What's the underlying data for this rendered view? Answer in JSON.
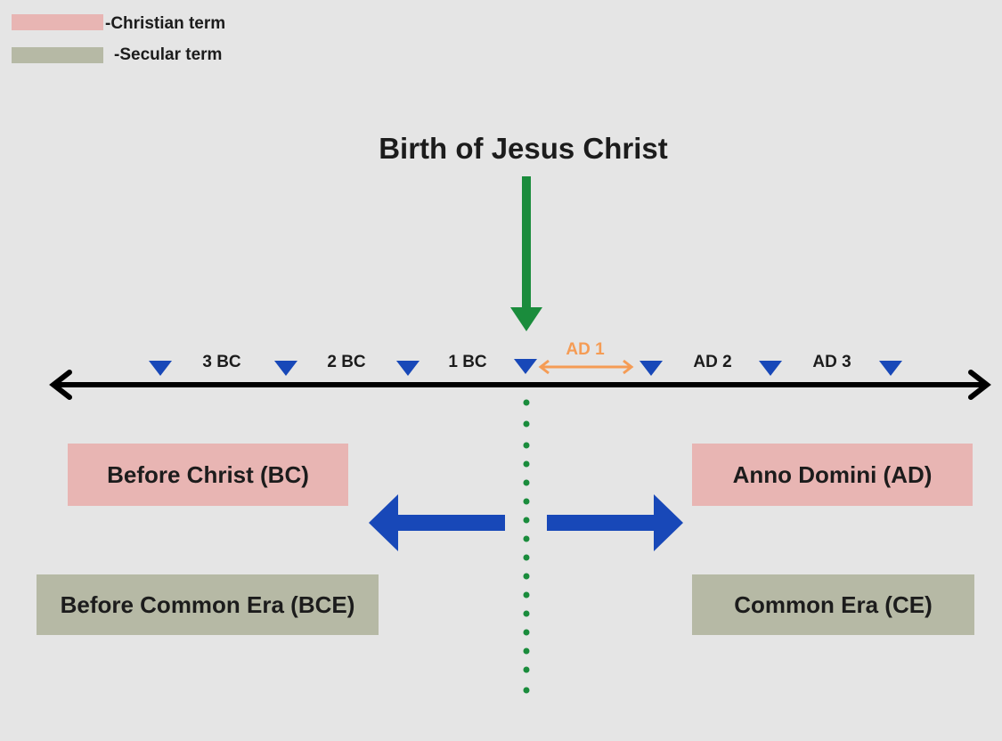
{
  "legend": [
    {
      "label": "-Christian term",
      "color": "#e8b5b3"
    },
    {
      "label": "-Secular term",
      "color": "#b6b9a5"
    }
  ],
  "title": "Birth of Jesus Christ",
  "timeline": {
    "labels": [
      "3 BC",
      "2 BC",
      "1 BC",
      "AD 1",
      "AD 2",
      "AD 3"
    ]
  },
  "boxes": {
    "bc": "Before Christ (BC)",
    "ad": "Anno Domini (AD)",
    "bce": "Before Common Era (BCE)",
    "ce": "Common Era (CE)"
  },
  "colors": {
    "blue": "#1848b8",
    "green": "#1a8c3c",
    "orange": "#f59c55",
    "black": "#000000"
  }
}
